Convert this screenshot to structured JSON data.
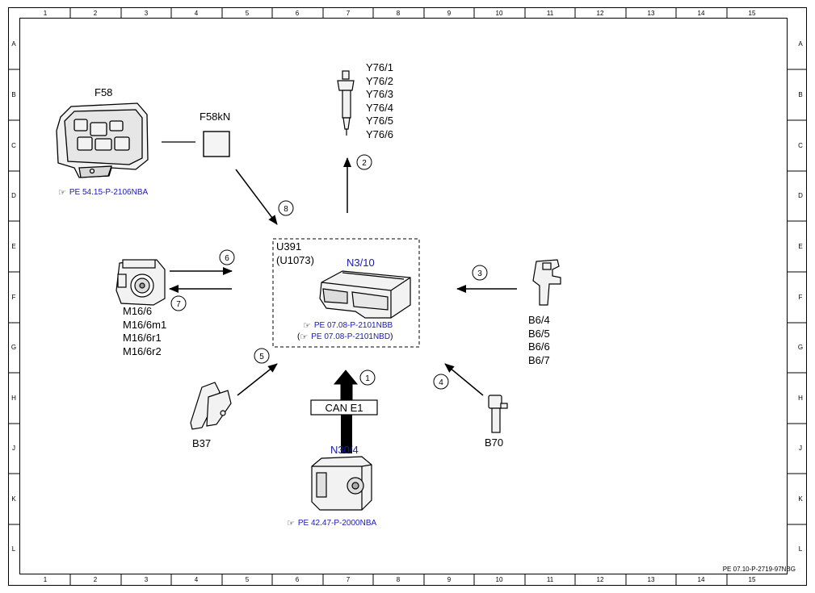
{
  "grid": {
    "columns": [
      "1",
      "2",
      "3",
      "4",
      "5",
      "6",
      "7",
      "8",
      "9",
      "10",
      "11",
      "12",
      "13",
      "14",
      "15"
    ],
    "rows": [
      "A",
      "B",
      "C",
      "D",
      "E",
      "F",
      "G",
      "H",
      "J",
      "K",
      "L"
    ]
  },
  "components": {
    "fuse_box": {
      "label": "F58",
      "ref": "PE 54.15-P-2106NBA"
    },
    "relay": {
      "label": "F58kN"
    },
    "injectors": {
      "labels": [
        "Y76/1",
        "Y76/2",
        "Y76/3",
        "Y76/4",
        "Y76/5",
        "Y76/6"
      ]
    },
    "ecu": {
      "label_line1": "U391",
      "label_line2": "(U1073)",
      "code": "N3/10",
      "ref1": "PE 07.08-P-2101NBB",
      "ref2": "PE 07.08-P-2101NBD",
      "ref2_open": "(",
      "ref2_close": ")"
    },
    "throttle": {
      "labels": [
        "M16/6",
        "M16/6m1",
        "M16/6r1",
        "M16/6r2"
      ]
    },
    "sensor_b6": {
      "labels": [
        "B6/4",
        "B6/5",
        "B6/6",
        "B6/7"
      ]
    },
    "pedal": {
      "label": "B37"
    },
    "sensor_b70": {
      "label": "B70"
    },
    "can": {
      "label": "CAN E1"
    },
    "module_n30": {
      "code": "N30/4",
      "ref": "PE 42.47-P-2000NBA"
    }
  },
  "signals": [
    "1",
    "2",
    "3",
    "4",
    "5",
    "6",
    "7",
    "8"
  ],
  "footer_code": "PE 07.10-P-2719-97NBG"
}
